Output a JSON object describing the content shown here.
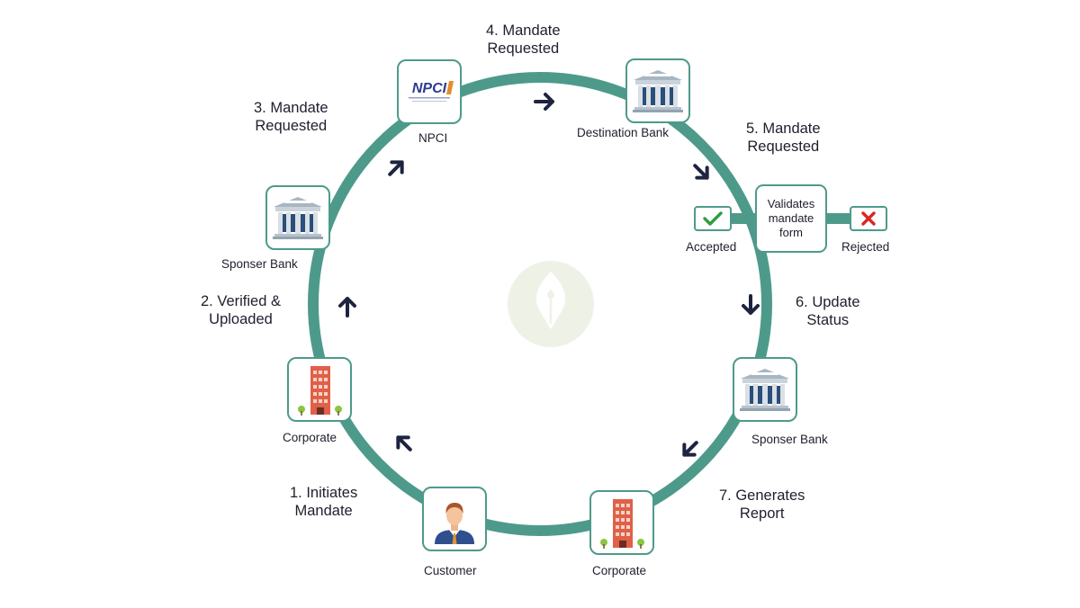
{
  "colors": {
    "ring": "#4e9a8a",
    "arrow": "#1e2340",
    "accept": "#2e9e3e",
    "reject": "#d92626",
    "watermark": "#eef2e6"
  },
  "steps": {
    "s1": [
      "1. Initiates",
      "Mandate"
    ],
    "s2": [
      "2. Verified &",
      "Uploaded"
    ],
    "s3": [
      "3. Mandate",
      "Requested"
    ],
    "s4": [
      "4. Mandate",
      "Requested"
    ],
    "s5": [
      "5. Mandate",
      "Requested"
    ],
    "s6": [
      "6. Update",
      "Status"
    ],
    "s7": [
      "7. Generates",
      "Report"
    ]
  },
  "nodes": {
    "customer": {
      "label": "Customer",
      "icon": "person-icon"
    },
    "corporate_left": {
      "label": "Corporate",
      "icon": "office-building-icon"
    },
    "sponser_bank_left": {
      "label": "Sponser Bank",
      "icon": "bank-building-icon"
    },
    "npci": {
      "label": "NPCI",
      "icon": "npci-logo",
      "logo_text": "NPCI"
    },
    "destination_bank": {
      "label": "Destination Bank",
      "icon": "bank-building-icon"
    },
    "sponser_bank_right": {
      "label": "Sponser Bank",
      "icon": "bank-building-icon"
    },
    "corporate_right": {
      "label": "Corporate",
      "icon": "office-building-icon"
    }
  },
  "validation": {
    "box": [
      "Validates",
      "mandate",
      "form"
    ],
    "accepted": {
      "label": "Accepted",
      "icon": "check-icon"
    },
    "rejected": {
      "label": "Rejected",
      "icon": "cross-icon"
    }
  },
  "watermark": {
    "icon": "pen-nib-logo"
  }
}
